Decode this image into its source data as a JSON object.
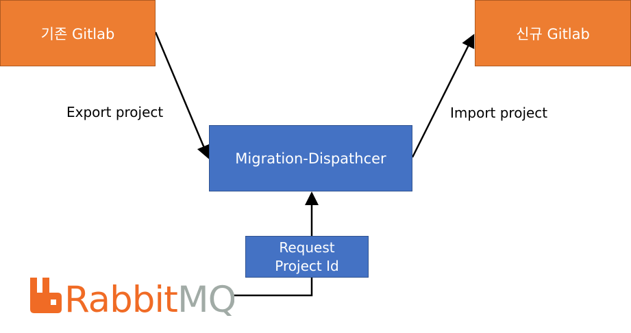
{
  "nodes": {
    "old_gitlab": "기존 Gitlab",
    "new_gitlab": "신규 Gitlab",
    "dispatcher": "Migration-Dispathcer",
    "request_line1": "Request",
    "request_line2": "Project Id"
  },
  "edges": {
    "export_label": "Export project",
    "import_label": "Import project"
  },
  "logo": {
    "part1": "Rabbit",
    "part2": "MQ",
    "color_primary": "#f06b25",
    "color_secondary": "#a1aba6"
  },
  "colors": {
    "orange": "#ed7d31",
    "blue": "#4472c4"
  }
}
